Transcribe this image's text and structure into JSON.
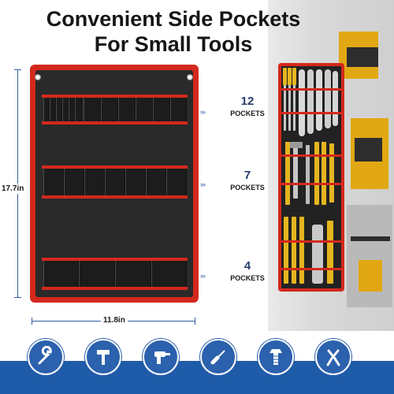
{
  "title_line1": "Convenient Side Pockets",
  "title_line2": "For Small Tools",
  "dimensions": {
    "height": "17.7in",
    "width": "11.8in"
  },
  "pocket_groups": [
    {
      "count": "12",
      "label": "POCKETS"
    },
    {
      "count": "7",
      "label": "POCKETS"
    },
    {
      "count": "4",
      "label": "POCKETS"
    }
  ],
  "arrow_glyph": "›››",
  "icons": [
    "wrench-icon",
    "hammer-icon",
    "drill-icon",
    "screwdriver-icon",
    "bolt-icon",
    "pliers-icon"
  ],
  "colors": {
    "accent_red": "#d4281d",
    "felt_black": "#2a2a2a",
    "brand_blue": "#1e5ba8",
    "dimension_blue": "#2f5fa3"
  }
}
